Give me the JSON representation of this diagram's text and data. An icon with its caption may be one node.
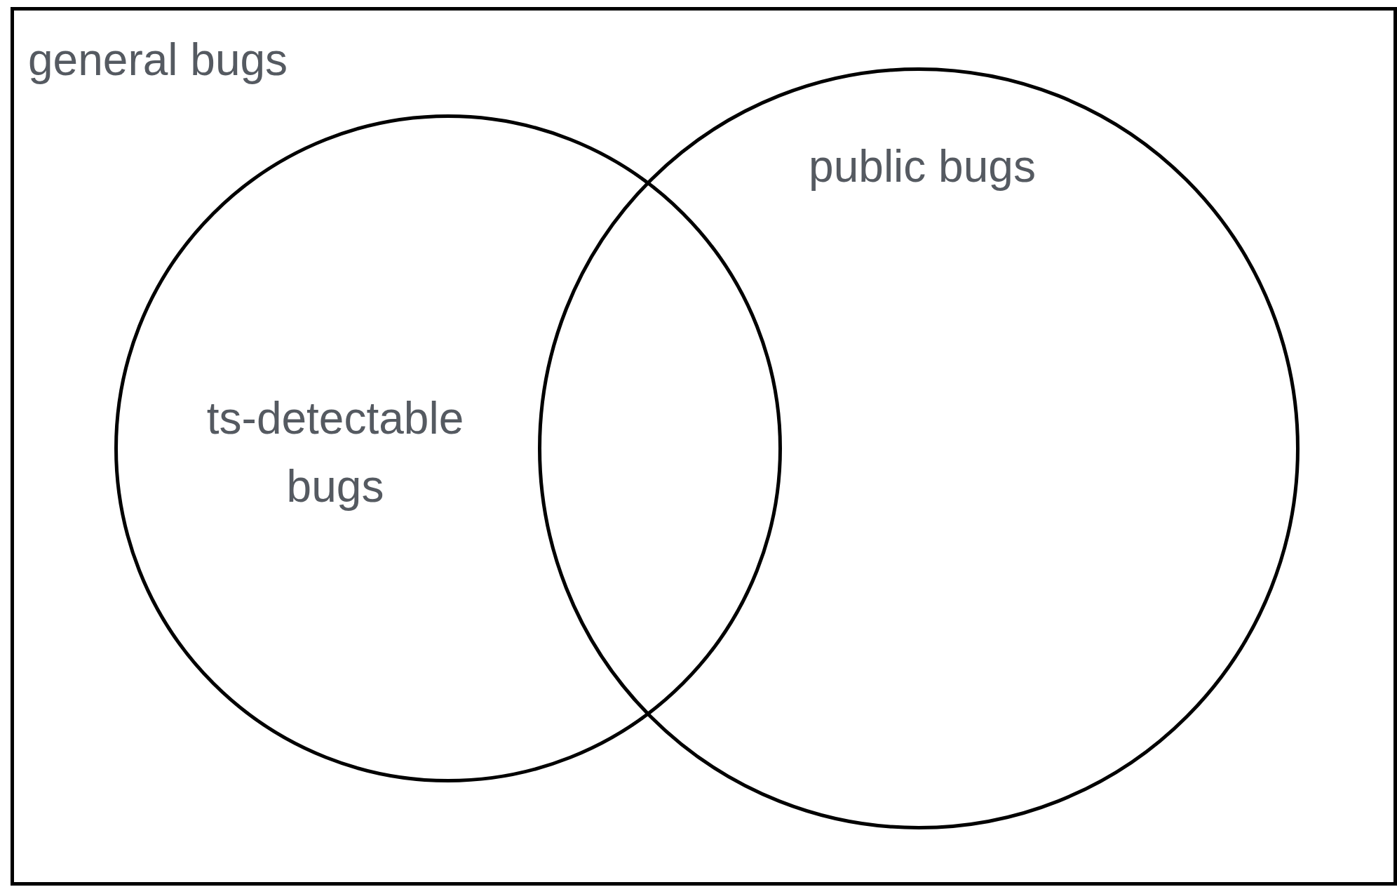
{
  "diagram": {
    "nodes": [
      {
        "text": [
          "general bugs"
        ]
      },
      {
        "text": [
          "ts-detectable bugs"
        ],
        "in": 0
      },
      {
        "text": [
          "public bugs"
        ],
        "in": 0
      }
    ]
  }
}
